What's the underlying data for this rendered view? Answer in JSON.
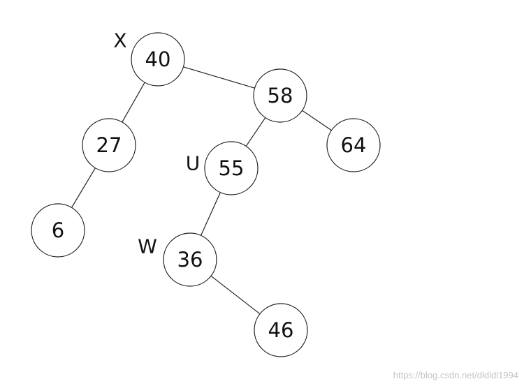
{
  "tree": {
    "nodes": [
      {
        "id": "n40",
        "value": "40",
        "tag": "X"
      },
      {
        "id": "n27",
        "value": "27",
        "tag": ""
      },
      {
        "id": "n58",
        "value": "58",
        "tag": ""
      },
      {
        "id": "n6",
        "value": "6",
        "tag": ""
      },
      {
        "id": "n55",
        "value": "55",
        "tag": "U"
      },
      {
        "id": "n64",
        "value": "64",
        "tag": ""
      },
      {
        "id": "n36",
        "value": "36",
        "tag": "W"
      },
      {
        "id": "n46",
        "value": "46",
        "tag": ""
      }
    ],
    "edges": [
      {
        "from": "n40",
        "to": "n27"
      },
      {
        "from": "n40",
        "to": "n58"
      },
      {
        "from": "n27",
        "to": "n6"
      },
      {
        "from": "n58",
        "to": "n55"
      },
      {
        "from": "n58",
        "to": "n64"
      },
      {
        "from": "n55",
        "to": "n36"
      },
      {
        "from": "n36",
        "to": "n46"
      }
    ]
  },
  "watermark": "https://blog.csdn.net/dldldl1994"
}
